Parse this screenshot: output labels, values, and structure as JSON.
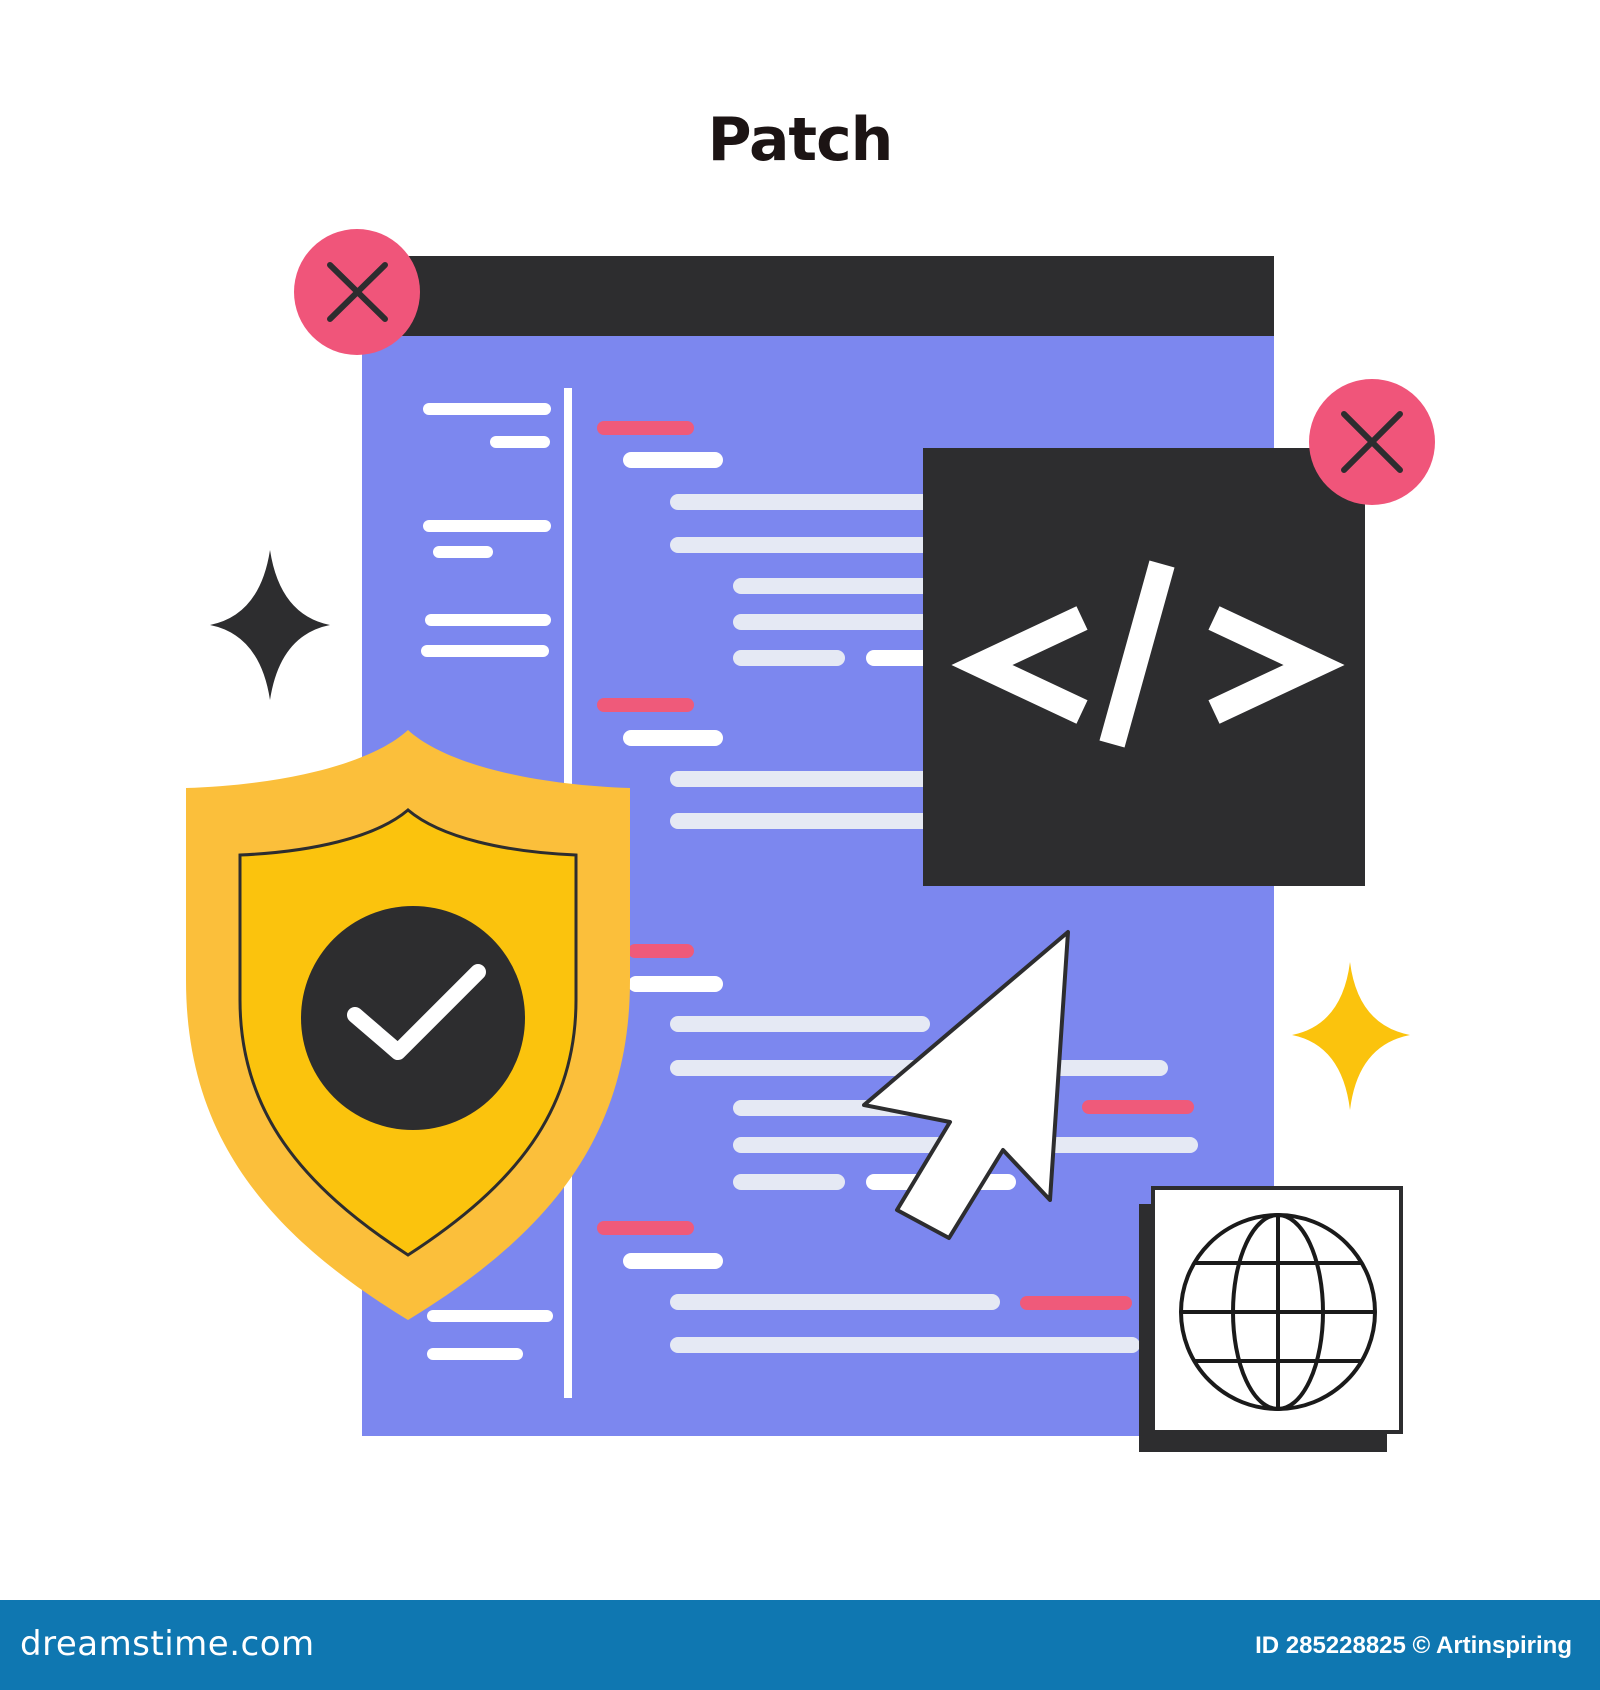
{
  "title": "Patch",
  "code_symbol": "</>",
  "footer": {
    "brand": "dreamstime.com",
    "id_credit": "ID 285228825 © Artinspiring"
  },
  "watermark": "dreamstime",
  "colors": {
    "panel": "#7c87ef",
    "window_bar": "#2d2d2f",
    "close_badge": "#f0557a",
    "shield_outer": "#fbbf3b",
    "shield_inner": "#fbc30d",
    "code_line": "#e5e9f4",
    "code_accent": "#ef5a7a",
    "sparkle_dark": "#2d2d2f",
    "sparkle_yellow": "#fbc30d",
    "footer": "#0f77b1"
  },
  "icons": [
    "close-icon",
    "code-icon",
    "check-icon",
    "cursor-icon",
    "globe-icon",
    "sparkle-icon",
    "shield-icon"
  ]
}
